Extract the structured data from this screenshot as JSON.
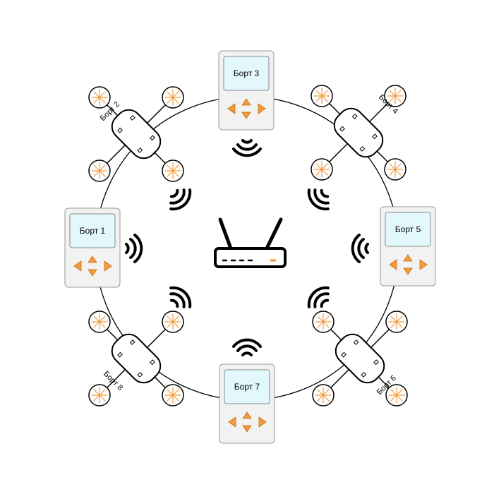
{
  "controllers": {
    "left": {
      "label": "Борт 1"
    },
    "top": {
      "label": "Борт 3"
    },
    "right": {
      "label": "Борт 5"
    },
    "bottom": {
      "label": "Борт 7"
    }
  },
  "drones": {
    "upper_left": {
      "label": "Борт 2"
    },
    "upper_right": {
      "label": "Борт 4"
    },
    "lower_right": {
      "label": "Борт 6"
    },
    "lower_left": {
      "label": "Борт 8"
    }
  },
  "colors": {
    "accent": "#f39a3c",
    "screen": "#e3f8fd",
    "device_body": "#f2f2f2",
    "device_border": "#999999",
    "line": "#000000"
  },
  "icons": [
    "router-icon",
    "wifi-signal-icon",
    "quadcopter-icon",
    "remote-controller-icon",
    "propeller-icon",
    "arrow-icon"
  ]
}
